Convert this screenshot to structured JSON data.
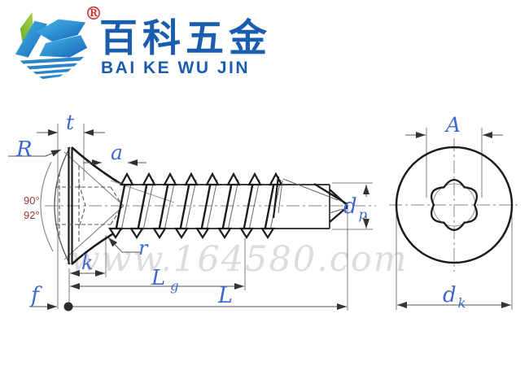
{
  "logo": {
    "registered_mark": "®",
    "company_name_cn": "百科五金",
    "company_name_en": "BAI KE WU JIN",
    "colors": {
      "brand_blue": "#1A5CAD",
      "brand_green": "#7DC242",
      "brand_cyan": "#3FB9E9",
      "mark_red": "#D03A3A"
    }
  },
  "watermark": "www.164580.com",
  "drawing": {
    "label_color": "#3E68CF",
    "angle_color": "#A03636",
    "labels": {
      "t": "t",
      "R": "R",
      "a": "a",
      "angle_primary": "90°",
      "angle_secondary": "92°",
      "r": "r",
      "k": "k",
      "f": "f",
      "L": "L",
      "Lg_main": "L",
      "Lg_sub": "g",
      "dp_main": "d",
      "dp_sub": "p",
      "A": "A",
      "dk_main": "d",
      "dk_sub": "k"
    }
  }
}
